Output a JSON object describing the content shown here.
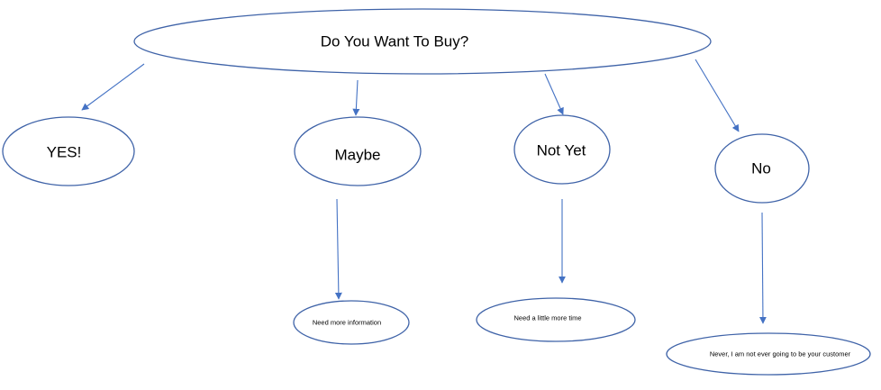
{
  "diagram": {
    "root": {
      "label": "Do You Want To Buy?"
    },
    "options": [
      {
        "label": "YES!"
      },
      {
        "label": "Maybe"
      },
      {
        "label": "Not Yet"
      },
      {
        "label": "No"
      }
    ],
    "outcomes": [
      {
        "label": "Need more information"
      },
      {
        "label": "Need a little more time"
      },
      {
        "label": "Never, I am not ever going to be your customer"
      }
    ]
  },
  "colors": {
    "outline": "#3f63a8",
    "arrow": "#4472c4",
    "background": "#ffffff",
    "text": "#000000"
  }
}
